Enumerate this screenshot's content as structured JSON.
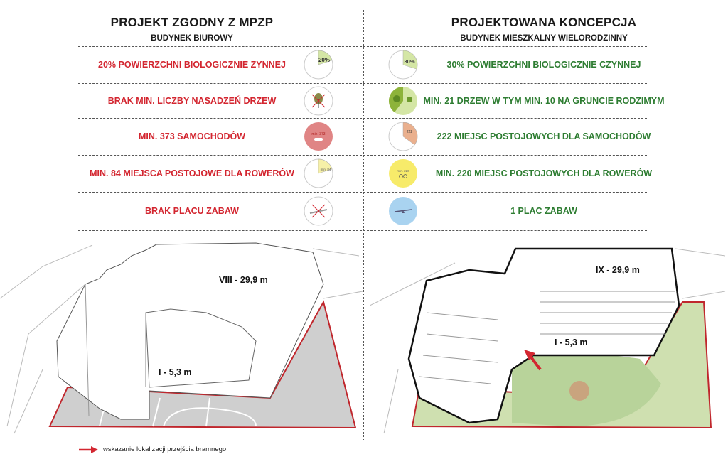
{
  "left": {
    "title": "PROJEKT ZGODNY Z MPZP",
    "subtitle": "BUDYNEK BIUROWY",
    "rows": [
      {
        "text": "20% POWIERZCHNI BIOLOGICZNIE ZYNNEJ",
        "icon": "pie-20-icon",
        "icon_label": "20%",
        "fraction": 0.2
      },
      {
        "text": "BRAK MIN. LICZBY NASADZEŃ DRZEW",
        "icon": "crossed-tree-icon"
      },
      {
        "text": "MIN. 373  SAMOCHODÓW",
        "icon": "car-circle-icon",
        "icon_label": "min. 373"
      },
      {
        "text": "MIN. 84 MIEJSCA POSTOJOWE DLA ROWERÓW",
        "icon": "bike-pie-icon",
        "icon_label": "min. 84",
        "fraction": 0.2
      },
      {
        "text": "BRAK PLACU ZABAW",
        "icon": "crossed-seesaw-icon"
      }
    ],
    "height_main": "VIII - 29,9 m",
    "height_low": "I - 5,3 m"
  },
  "right": {
    "title": "PROJEKTOWANA KONCEPCJA",
    "subtitle": "BUDYNEK MIESZKALNY WIELORODZINNY",
    "rows": [
      {
        "text": "30% POWIERZCHNI BIOLOGICZNIE CZYNNEJ",
        "icon": "pie-30-icon",
        "icon_label": "30%",
        "fraction": 0.3
      },
      {
        "text": "MIN. 21 DRZEW W TYM MIN. 10 NA GRUNCIE RODZIMYM",
        "icon": "trees-circle-icon"
      },
      {
        "text": "222 MIEJSC POSTOJOWYCH DLA SAMOCHODÓW",
        "icon": "car-pie-icon",
        "icon_label": "222",
        "fraction": 0.35
      },
      {
        "text": "MIN. 220 MIEJSC POSTOJOWYCH DLA ROWERÓW",
        "icon": "bike-circle-icon",
        "icon_label": "min. 220"
      },
      {
        "text": "1 PLAC ZABAW",
        "icon": "seesaw-circle-icon"
      }
    ],
    "height_main": "IX - 29,9 m",
    "height_low": "I - 5,3 m"
  },
  "legend": {
    "text": "wskazanie lokalizacji przejścia bramnego"
  },
  "colors": {
    "red": "#d32630",
    "green": "#2e7d32",
    "bio": "#d4e6a5",
    "car_red": "#e08585",
    "car_orange": "#eab08e",
    "bike": "#f7eb6a",
    "play": "#a9d3f0"
  }
}
